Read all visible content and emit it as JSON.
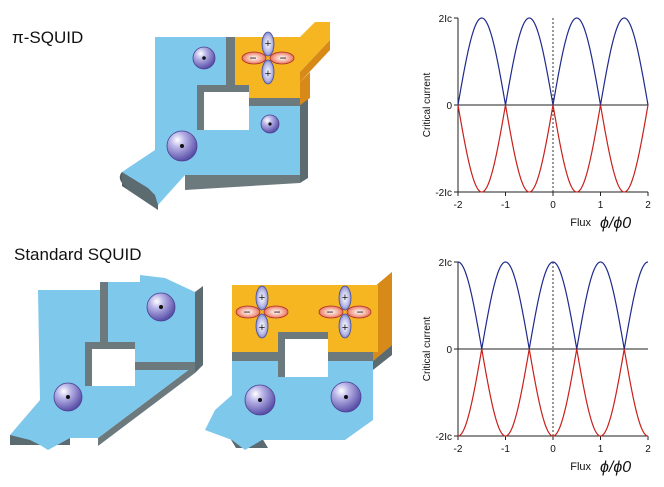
{
  "labels": {
    "pi_squid": "π-SQUID",
    "standard_squid": "Standard SQUID"
  },
  "colors": {
    "superconductor_blue": "#7ec8ec",
    "superconductor_orange": "#f6b621",
    "wall_dark": "#6c7a7e",
    "orbital_red": "#d94a3a",
    "curve_blue": "#1f2a8c",
    "curve_red": "#c8201b"
  },
  "chart_data": [
    {
      "type": "line",
      "name": "pi-SQUID",
      "ylabel": "Critical current",
      "xlabel": "Flux",
      "x_unit": "ϕ/ϕ0",
      "xlim": [
        -2,
        2
      ],
      "ylim": [
        -2,
        2
      ],
      "xticks": [
        "-2",
        "-1",
        "0",
        "1",
        "2"
      ],
      "yticks": [
        "2Ic",
        "0",
        "-2Ic"
      ],
      "series": [
        {
          "formula": "2*abs(sin(pi*x))",
          "sign": "positive",
          "color": "#1f2a8c"
        },
        {
          "formula": "-2*abs(sin(pi*x))",
          "sign": "negative",
          "color": "#c8201b"
        }
      ]
    },
    {
      "type": "line",
      "name": "standard-SQUID",
      "ylabel": "Critical current",
      "xlabel": "Flux",
      "x_unit": "ϕ/ϕ0",
      "xlim": [
        -2,
        2
      ],
      "ylim": [
        -2,
        2
      ],
      "xticks": [
        "-2",
        "-1",
        "0",
        "1",
        "2"
      ],
      "yticks": [
        "2Ic",
        "0",
        "-2Ic"
      ],
      "series": [
        {
          "formula": "2*abs(cos(pi*x))",
          "sign": "positive",
          "color": "#1f2a8c"
        },
        {
          "formula": "-2*abs(cos(pi*x))",
          "sign": "negative",
          "color": "#c8201b"
        }
      ]
    }
  ]
}
